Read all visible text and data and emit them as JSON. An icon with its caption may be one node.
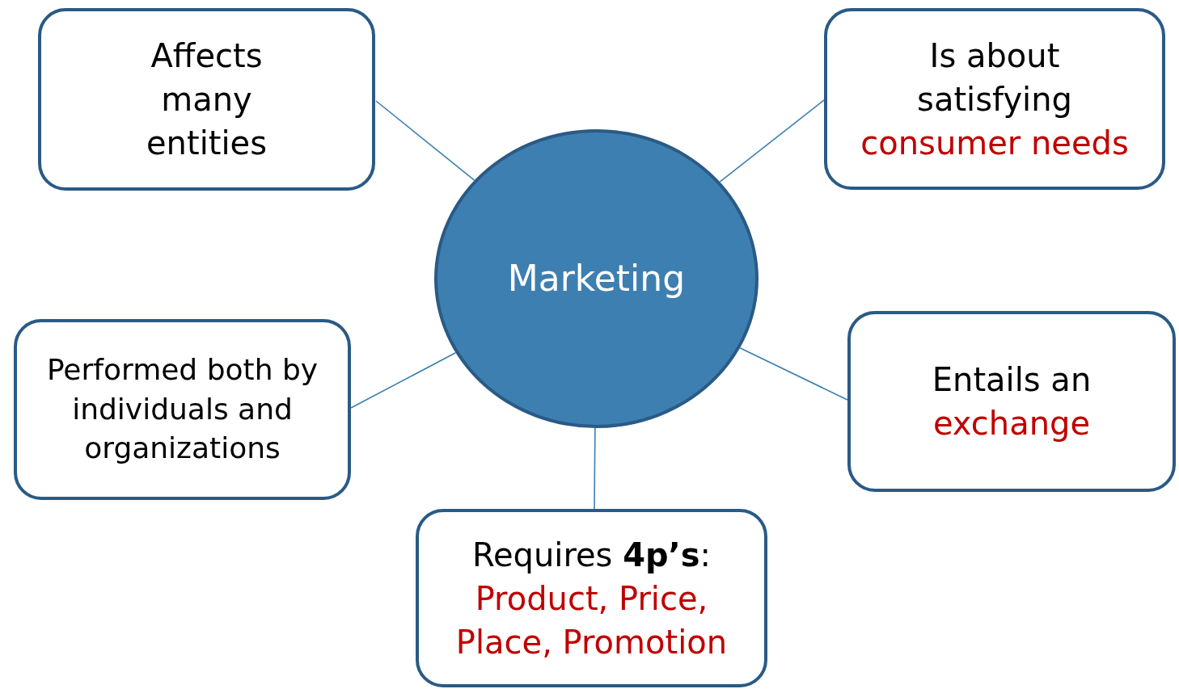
{
  "diagram": {
    "nodes": [
      {
        "text": [
          "Affects many entities"
        ]
      },
      {
        "text": [
          "Is about satisfying",
          "consumer needs"
        ]
      },
      {
        "text": [
          "Marketing"
        ]
      },
      {
        "text": [
          "Performed both by individuals and organizations"
        ]
      },
      {
        "text": [
          "Entails an",
          "exchange"
        ]
      },
      {
        "text": [
          "Requires **4p’s**:",
          "Product, Price, Place, Promotion"
        ]
      }
    ],
    "edges": [
      {
        "from": 2,
        "to": 0,
        "arrow": "none"
      },
      {
        "from": 2,
        "to": 1,
        "arrow": "none"
      },
      {
        "from": 2,
        "to": 3,
        "arrow": "none"
      },
      {
        "from": 2,
        "to": 4,
        "arrow": "none"
      },
      {
        "from": 2,
        "to": 5,
        "arrow": "none"
      }
    ]
  }
}
